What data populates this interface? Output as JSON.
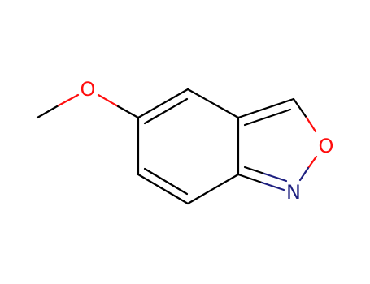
{
  "molecule": {
    "atoms": {
      "methoxy_oxygen": {
        "label": "O",
        "color": "#ff0d0d"
      },
      "ring_oxygen": {
        "label": "O",
        "color": "#ff0d0d"
      },
      "ring_nitrogen": {
        "label": "N",
        "color": "#1e2080"
      }
    },
    "colors": {
      "bond": "#000000",
      "oxygen": "#ff0d0d",
      "nitrogen": "#1e2080",
      "background": "#ffffff"
    }
  }
}
